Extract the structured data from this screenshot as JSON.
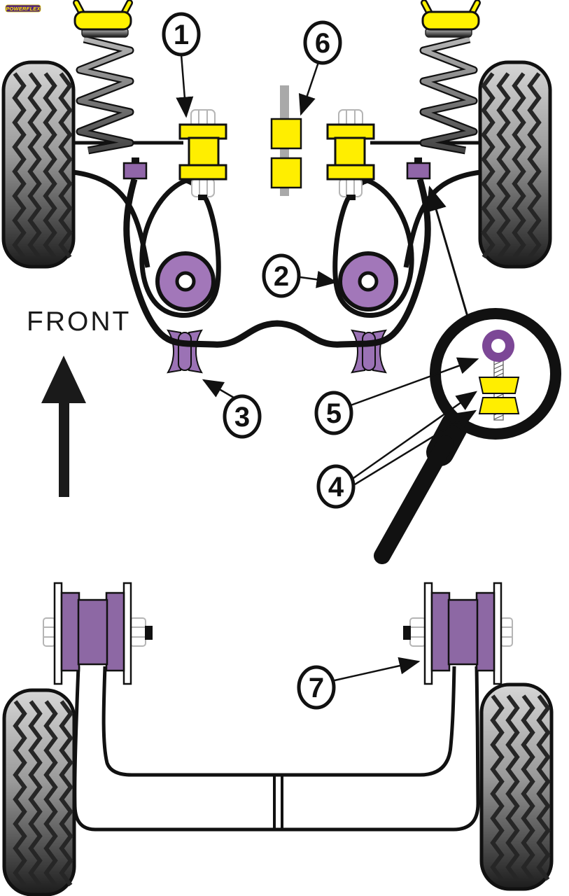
{
  "logo": {
    "text": "POWERFLEX"
  },
  "orientation": {
    "front_label": "FRONT"
  },
  "callouts": [
    {
      "number": "1"
    },
    {
      "number": "2"
    },
    {
      "number": "3"
    },
    {
      "number": "4"
    },
    {
      "number": "5"
    },
    {
      "number": "6"
    },
    {
      "number": "7"
    }
  ],
  "colors": {
    "bushing_yellow": "#ffee00",
    "mount_yellow": "#fff200",
    "wishbone_bush_purple": "#a277b9",
    "arb_bush_purple": "#9b72b5",
    "clamp_purple": "#9066a8",
    "rear_beam_bush_purple": "#8d68a4",
    "magnifier_bush_purple": "#7c4796",
    "line_black": "#111111",
    "rod_grey": "#a9a9a9",
    "logo_purple": "#55287a",
    "background": "#ffffff"
  }
}
